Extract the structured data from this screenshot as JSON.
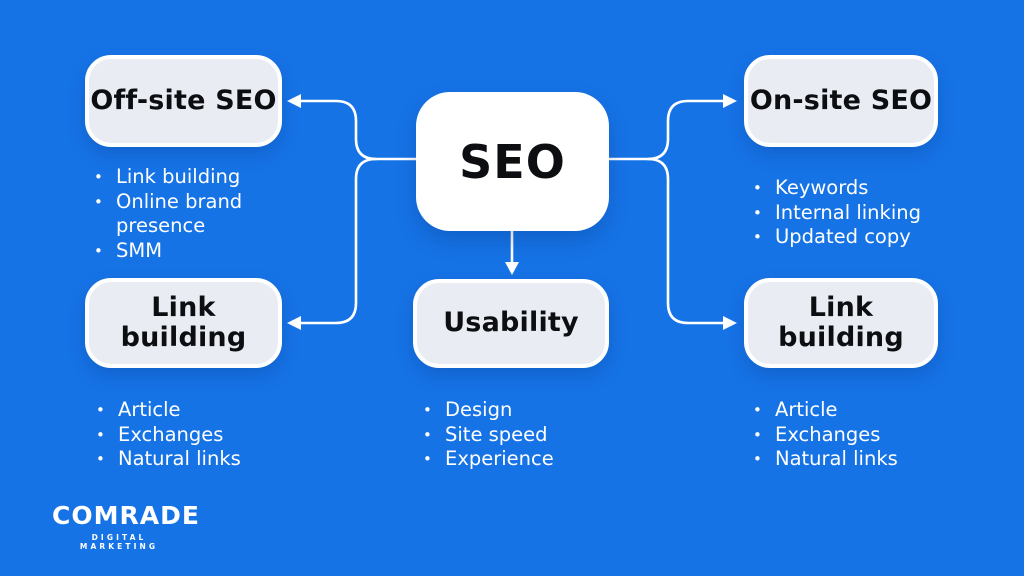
{
  "center": {
    "label": "SEO"
  },
  "nodes": [
    {
      "id": "off-site-seo",
      "title": "Off-site SEO",
      "items": [
        "Link building",
        "Online brand presence",
        "SMM"
      ]
    },
    {
      "id": "on-site-seo",
      "title": "On-site SEO",
      "items": [
        "Keywords",
        "Internal linking",
        "Updated copy"
      ]
    },
    {
      "id": "link-building-left",
      "title": "Link building",
      "items": [
        "Article",
        "Exchanges",
        "Natural links"
      ]
    },
    {
      "id": "usability",
      "title": "Usability",
      "items": [
        "Design",
        "Site speed",
        "Experience"
      ]
    },
    {
      "id": "link-building-right",
      "title": "Link building",
      "items": [
        "Article",
        "Exchanges",
        "Natural links"
      ]
    }
  ],
  "logo": {
    "name": "COMRADE",
    "tagline": "DIGITAL MARKETING"
  },
  "colors": {
    "background": "#1673e6",
    "card_fill": "#e9edf3",
    "card_border": "#ffffff",
    "center_fill": "#ffffff",
    "title_text": "#0d0e12",
    "list_text": "#ffffff",
    "connector": "#ffffff"
  }
}
